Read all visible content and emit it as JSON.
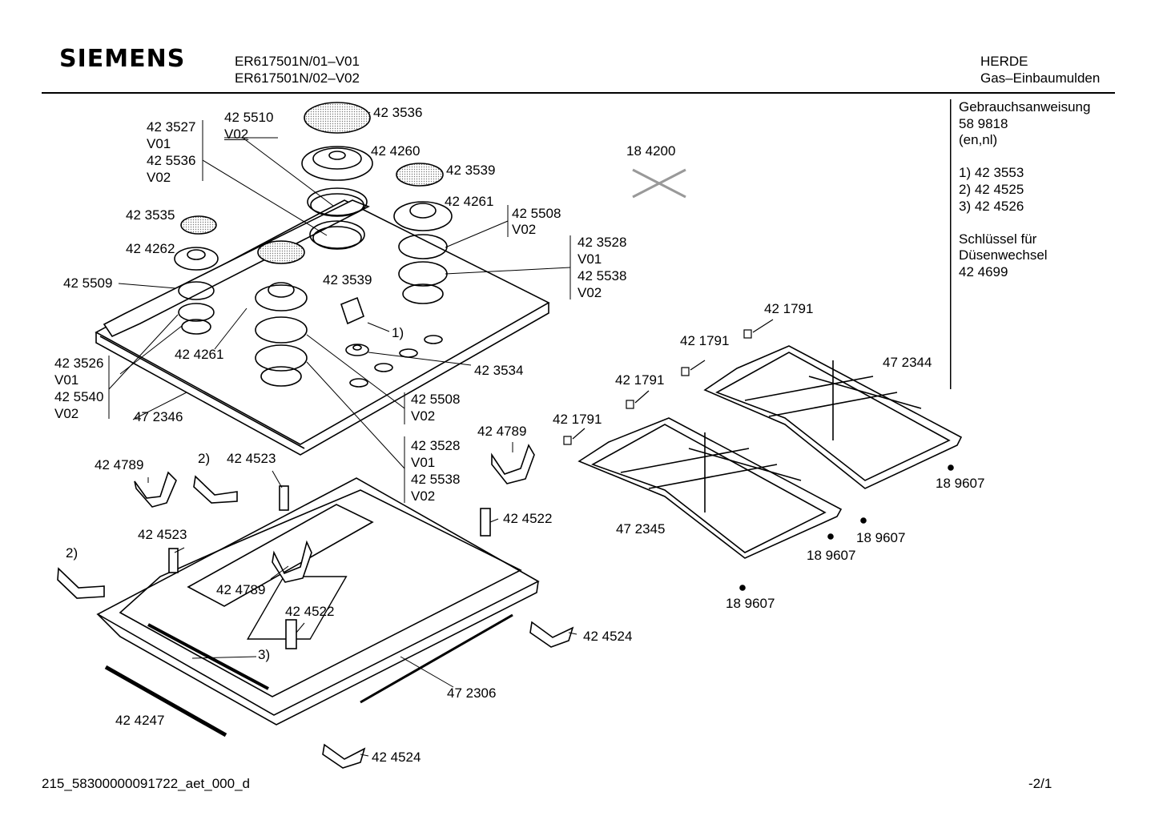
{
  "header": {
    "brand": "SIEMENS",
    "models": [
      "ER617501N/01–V01",
      "ER617501N/02–V02"
    ],
    "category": [
      "HERDE",
      "Gas–Einbaumulden"
    ]
  },
  "notes": [
    "Gebrauchsanweisung",
    "58 9818",
    "(en,nl)",
    "",
    "1) 42 3553",
    "2) 42 4525",
    "3) 42 4526",
    "",
    "Schlüssel für",
    "Düsenwechsel",
    "42 4699"
  ],
  "labels": {
    "p423527": "42 3527",
    "v01a": "V01",
    "p425536": "42 5536",
    "v02a": "V02",
    "p425510": "42 5510",
    "v02b": "V02",
    "p423536": "42 3536",
    "p424260": "42 4260",
    "p423539a": "42 3539",
    "p424261a": "42 4261",
    "p425508a": "42 5508",
    "v02c": "V02",
    "p423528a": "42 3528",
    "v01b": "V01",
    "p425538a": "42 5538",
    "v02d": "V02",
    "p423535": "42 3535",
    "p424262": "42 4262",
    "p423539b": "42 3539",
    "p425509": "42 5509",
    "knob": "1)",
    "p424261b": "42 4261",
    "p423534": "42 3534",
    "p423526": "42 3526",
    "v01c": "V01",
    "p425540": "42 5540",
    "v02e": "V02",
    "p472346": "47 2346",
    "p425508b": "42 5508",
    "v02f": "V02",
    "p423528b": "42 3528",
    "v01d": "V01",
    "p425538b": "42 5538",
    "v02g": "V02",
    "p184200": "18 4200",
    "p421791a": "42 1791",
    "p421791b": "42 1791",
    "p421791c": "42 1791",
    "p421791d": "42 1791",
    "p472344": "47 2344",
    "p472345": "47 2345",
    "p189607a": "18 9607",
    "p189607b": "18 9607",
    "p189607c": "18 9607",
    "p189607d": "18 9607",
    "p424789a": "42 4789",
    "p424789b": "42 4789",
    "p424789c": "42 4789",
    "note2a": "2)",
    "p424523a": "42 4523",
    "p424523b": "42 4523",
    "note2b": "2)",
    "p424522a": "42 4522",
    "p424522b": "42 4522",
    "note3": "3)",
    "p472306": "47 2306",
    "p424524a": "42 4524",
    "p424524b": "42 4524",
    "p424247": "42 4247"
  },
  "footer": {
    "doc_id": "215_58300000091722_aet_000_d",
    "page": "-2/1"
  }
}
